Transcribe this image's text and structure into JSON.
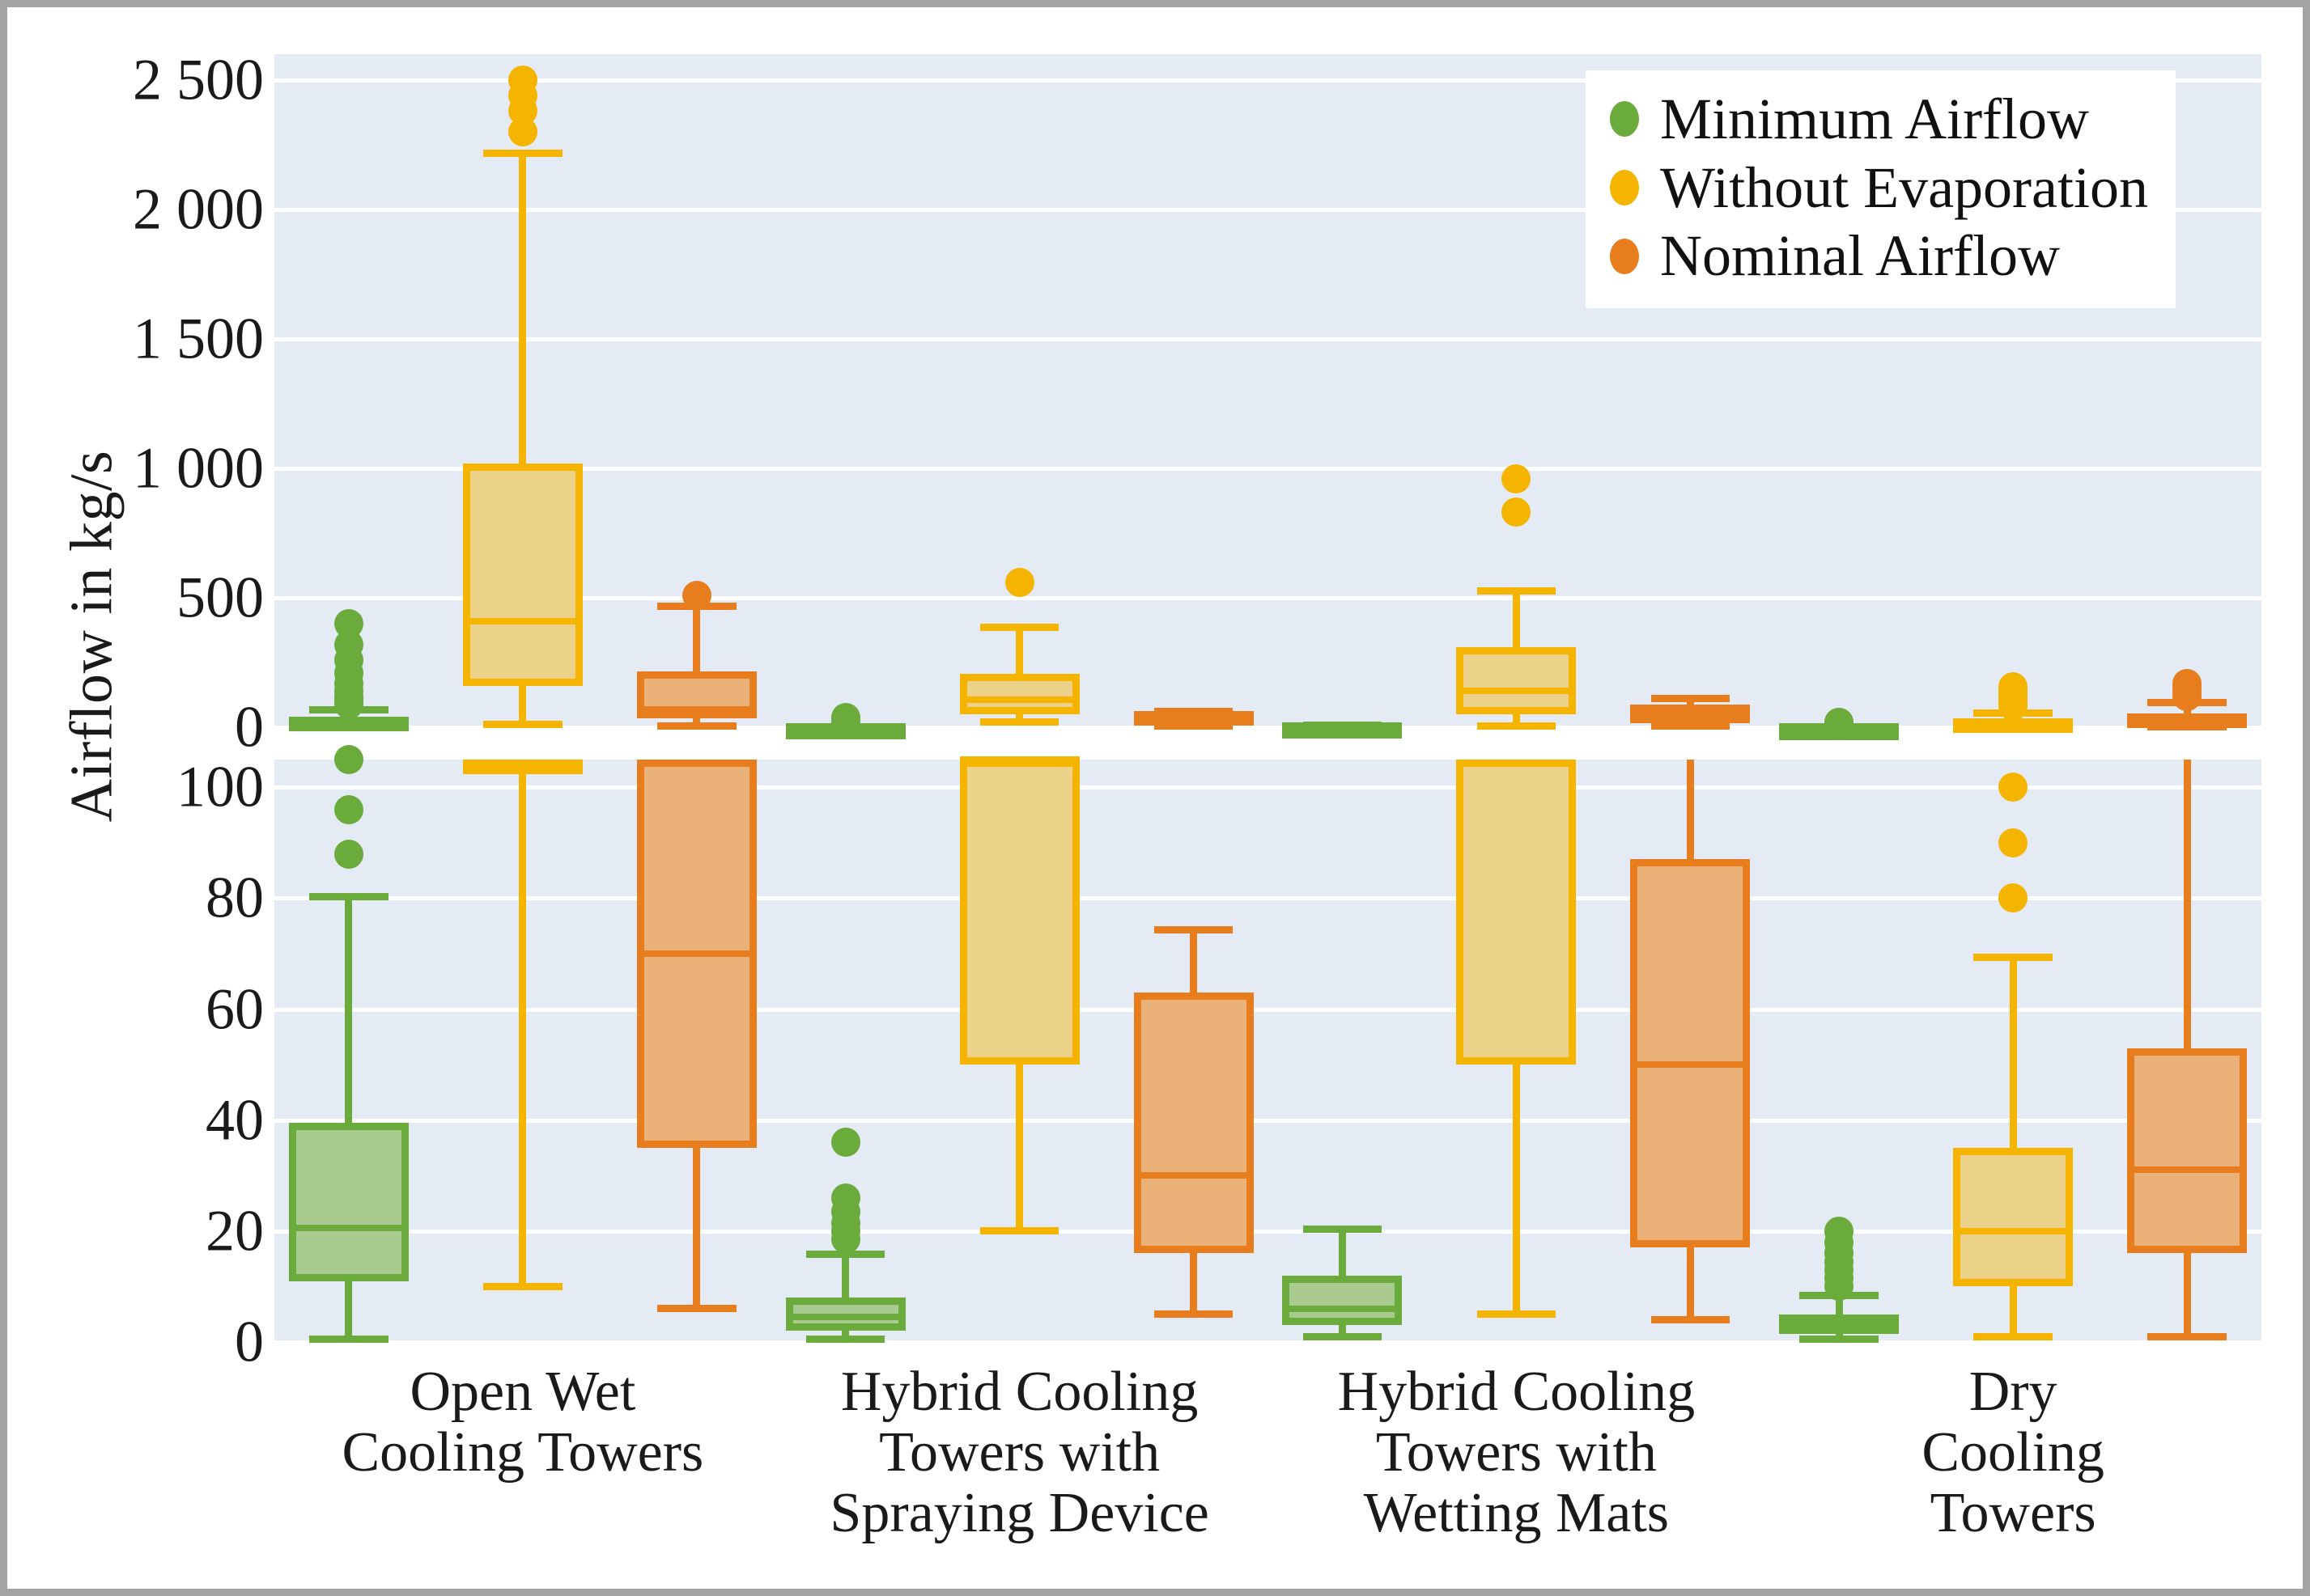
{
  "chart_data": {
    "type": "box",
    "title": "",
    "xlabel": "",
    "ylabel": "Airflow in kg/s",
    "grid": true,
    "broken_axis": true,
    "legend_position": "top-right",
    "panels": [
      {
        "name": "upper",
        "ylim": [
          0,
          2600
        ],
        "yticks": [
          0,
          500,
          1000,
          1500,
          2000,
          2500
        ],
        "ytick_labels": [
          "0",
          "500",
          "1 000",
          "1 500",
          "2 000",
          "2 500"
        ]
      },
      {
        "name": "lower",
        "ylim": [
          0,
          105
        ],
        "yticks": [
          0,
          20,
          40,
          60,
          80,
          100
        ],
        "ytick_labels": [
          "0",
          "20",
          "40",
          "60",
          "80",
          "100"
        ]
      }
    ],
    "categories": [
      "Open Wet\nCooling Towers",
      "Hybrid Cooling\nTowers with\nSpraying Device",
      "Hybrid Cooling\nTowers with\nWetting Mats",
      "Dry\nCooling Towers"
    ],
    "legend": [
      {
        "label": "Minimum Airflow",
        "color": "#6aab3c"
      },
      {
        "label": "Without Evaporation",
        "color": "#f5b400"
      },
      {
        "label": "Nominal Airflow",
        "color": "#e87d1e"
      }
    ],
    "series": [
      {
        "name": "Minimum Airflow",
        "color": "#6aab3c",
        "fill": "#aacb8f",
        "boxes": [
          {
            "category": "Open Wet Cooling Towers",
            "whisker_low": 0.5,
            "q1": 11,
            "median": 20.5,
            "q3": 39.5,
            "whisker_high": 81,
            "outliers": [
              88,
              96,
              105,
              120,
              140,
              170,
              210,
              260,
              320,
              400
            ]
          },
          {
            "category": "Hybrid Cooling Towers with Spraying Device",
            "whisker_low": 0.5,
            "q1": 2,
            "median": 4.5,
            "q3": 8,
            "whisker_high": 16.5,
            "outliers": [
              18.5,
              20,
              21.5,
              23.5,
              26,
              36
            ]
          },
          {
            "category": "Hybrid Cooling Towers with Wetting Mats",
            "whisker_low": 1,
            "q1": 3,
            "median": 6,
            "q3": 12,
            "whisker_high": 21,
            "outliers": []
          },
          {
            "category": "Dry Cooling Towers",
            "whisker_low": 0.5,
            "q1": 1.5,
            "median": 3,
            "q3": 5,
            "whisker_high": 9,
            "outliers": [
              10,
              11.5,
              13,
              14.5,
              16,
              18,
              20
            ]
          }
        ]
      },
      {
        "name": "Without Evaporation",
        "color": "#f5b400",
        "fill": "#ecd288",
        "boxes": [
          {
            "category": "Open Wet Cooling Towers",
            "whisker_low": 10,
            "q1": 160,
            "median": 410,
            "q3": 1020,
            "whisker_high": 2230,
            "outliers": [
              2300,
              2380,
              2440,
              2500
            ]
          },
          {
            "category": "Hybrid Cooling Towers with Spraying Device",
            "whisker_low": 20,
            "q1": 50,
            "median": 105,
            "q3": 205,
            "whisker_high": 400,
            "outliers": [
              560
            ]
          },
          {
            "category": "Hybrid Cooling Towers with Wetting Mats",
            "whisker_low": 5,
            "q1": 50,
            "median": 140,
            "q3": 310,
            "whisker_high": 540,
            "outliers": [
              830,
              960
            ]
          },
          {
            "category": "Dry Cooling Towers",
            "whisker_low": 1,
            "q1": 10,
            "median": 20,
            "q3": 35,
            "whisker_high": 70,
            "outliers": [
              80,
              90,
              100,
              112,
              125,
              140,
              155
            ]
          }
        ]
      },
      {
        "name": "Nominal Airflow",
        "color": "#e87d1e",
        "fill": "#eab178",
        "boxes": [
          {
            "category": "Open Wet Cooling Towers",
            "whisker_low": 6,
            "q1": 35,
            "median": 70,
            "q3": 215,
            "whisker_high": 480,
            "outliers": [
              510
            ]
          },
          {
            "category": "Hybrid Cooling Towers with Spraying Device",
            "whisker_low": 5,
            "q1": 16,
            "median": 30,
            "q3": 63,
            "whisker_high": 75,
            "outliers": []
          },
          {
            "category": "Hybrid Cooling Towers with Wetting Mats",
            "whisker_low": 4,
            "q1": 17,
            "median": 50,
            "q3": 87,
            "whisker_high": 125,
            "outliers": []
          },
          {
            "category": "Dry Cooling Towers",
            "whisker_low": 1,
            "q1": 16,
            "median": 31,
            "q3": 53,
            "whisker_high": 110,
            "outliers": [
              120,
              132,
              145,
              158,
              168
            ]
          }
        ]
      }
    ]
  },
  "axes": {
    "y_title": "Airflow in kg/s",
    "upper_ticks": [
      "2 500",
      "2 000",
      "1 500",
      "1 000",
      "500",
      "0"
    ],
    "lower_ticks": [
      "100",
      "80",
      "60",
      "40",
      "20",
      "0"
    ],
    "x_labels": [
      "Open Wet\nCooling Towers",
      "Hybrid Cooling\nTowers with\nSpraying Device",
      "Hybrid Cooling\nTowers with\nWetting Mats",
      "Dry\nCooling Towers"
    ]
  },
  "legend": {
    "items": [
      {
        "label": "Minimum Airflow",
        "color": "#6aab3c"
      },
      {
        "label": "Without Evaporation",
        "color": "#f5b400"
      },
      {
        "label": "Nominal Airflow",
        "color": "#e87d1e"
      }
    ]
  },
  "colors": {
    "plot_background": "#e5ebf5",
    "figure_border": "#a3a3a3",
    "gridline": "#ffffff",
    "green": "#6aab3c",
    "green_fill": "#aacb8f",
    "yellow": "#f5b400",
    "yellow_fill": "#ecd288",
    "orange": "#e87d1e",
    "orange_fill": "#eab178"
  }
}
